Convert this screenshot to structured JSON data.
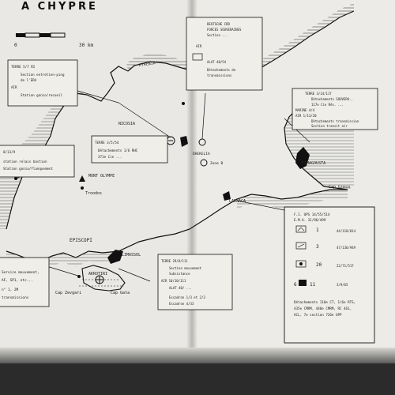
{
  "title": "A CHYPRE",
  "scale": {
    "zero": "0",
    "distance": "30 km"
  },
  "places": {
    "kyrenia": "KYRENIA",
    "nicosia": "NICOSIA",
    "famagusta": "FAMAGOUSTA",
    "cap_greco": "Cap Greco",
    "larnaca": "LARNACA",
    "mont_olympe": "MONT OLYMPE",
    "troodos": "Troodos",
    "episcopi": "EPISCOPI",
    "akrotiri": "AKROTIRI",
    "limassol": "LIMASSOL",
    "cap_zevgari": "Cap Zevgari",
    "cap_gata": "Cap Gata",
    "dhekelia": "DHEKELIA",
    "zone_b": "Zone B"
  },
  "boxes": {
    "box_nw": [
      "TERRE 5/7 RI",
      "Section entretien-ping",
      "de l'ERA",
      "AIR",
      "Station gonio/recueil"
    ],
    "box_w": [
      "8/13/9",
      "station relais bastion",
      "Station gonio/flanquement"
    ],
    "box_center": [
      "TERRE 3/5/54",
      "Détachements 1/6 RHC",
      "371e Cie ..."
    ],
    "box_top": [
      "DEUTSCHE CRD",
      "FORCES SOUVERAINES",
      "Section ...",
      "AIR",
      "ALAT 40/54",
      "Détachements de",
      "transmissions"
    ],
    "box_ne": [
      "TERRE 3/14/117",
      "Détachements SOUVERA..",
      "117e Cie Rés. ...",
      "MARINE 4/4",
      "AIR 1/13/20",
      "Détachements transmission",
      "Section transit air"
    ],
    "box_sw": [
      "Service mouvement,",
      "AF, SP1, etc...",
      "n° 1, 2M",
      "transmissions"
    ],
    "box_s": [
      "TERRE 29/8/111",
      "Section mouvement",
      "Subsistance",
      "AIR 10/10/111",
      "ALAT 40/ ...",
      "Escadron 1/3 et 2/3",
      "Escadron 4/33"
    ]
  },
  "legend": {
    "header1": "F.I. UPS   14/55/514",
    "header2": "E.M.A.     31/96/499",
    "rows": [
      {
        "num": "1",
        "value": "44/118/814"
      },
      {
        "num": "3",
        "value": "47/136/949"
      },
      {
        "num": "20",
        "value": "22/71/517"
      },
      {
        "num": "11",
        "value": "3/9/65",
        "prefix": "6"
      }
    ],
    "footer": [
      "Détachements 110e CT, 1/6e RTS,",
      "435e CMRM, 440e CMRM, RC 461,",
      "ACL, 7e section 726e GPP"
    ]
  }
}
